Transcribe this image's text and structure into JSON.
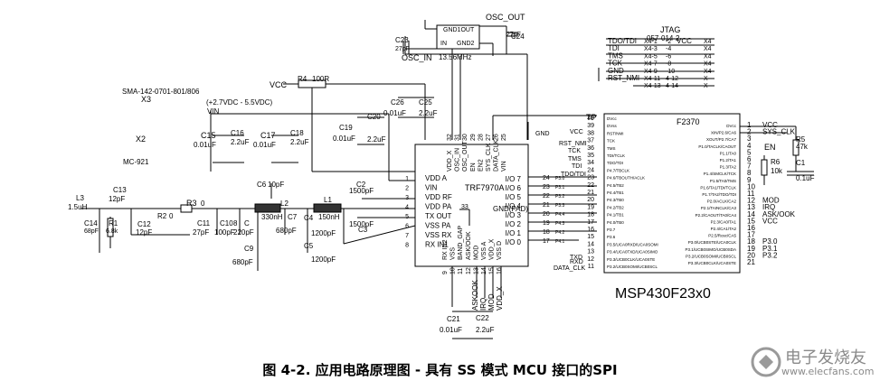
{
  "caption": "图 4-2. 应用电路原理图 - 具有 SS 模式 MCU 接口的SPI",
  "watermark": {
    "cn": "电子发烧友",
    "url": "www.elecfans.com"
  },
  "labels": {
    "osc_out": "OSC_OUT",
    "osc_in": "OSC_IN",
    "osc_freq": "13.56MHz",
    "gnd1out": "GND1OUT",
    "osc_in_pin": "IN",
    "gnd2": "GND2",
    "c23": "C23",
    "c23v": "27pF",
    "c24": "C24",
    "c24v": "27pF",
    "jtag": "JTAG",
    "jtag_pn": "057-014-2",
    "sma": "SMA-142-0701-801/806",
    "x3": "X3",
    "x2": "X2",
    "mc": "MC-921",
    "supply": "(+2.7VDC - 5.5VDC)",
    "vin": "VIN",
    "vcc_top": "VCC",
    "r4": "R4",
    "r4v": "100R",
    "c15": "C15",
    "c15v": "0.01uF",
    "c16": "C16",
    "c16v": "2.2uF",
    "c17": "C17",
    "c17v": "0.01uF",
    "c18": "C18",
    "c18v": "2.2uF",
    "c26": "C26",
    "c26v": "0.01uF",
    "c25": "C25",
    "c25v": "2.2uF",
    "c19": "C19",
    "c19v": "0.01uF",
    "c20": "C20",
    "c20v": "2.2uF",
    "c21": "C21",
    "c21v": "0.01uF",
    "c22": "C22",
    "c22v": "2.2uF",
    "l3": "L3",
    "l3v": "1.5uH",
    "c14": "C14",
    "c14v": "68pF",
    "r1": "R1",
    "r1v": "6.8k",
    "c13": "C13",
    "c13v": "12pF",
    "c12": "C12",
    "c12v": "12pF",
    "r2": "R2",
    "r2v": "0",
    "r3": "R3",
    "r3v": "0",
    "c11": "C11",
    "c11v": "27pF",
    "c10": "C10",
    "c10v": "100pF",
    "c8": "8",
    "c8b": "C",
    "c8v": "220pF",
    "c9": "C9",
    "c9v": "680pF",
    "c6": "C6",
    "c6v": "10pF",
    "l2": "L2",
    "l2v": "330nH",
    "c7": "C7",
    "c7v": "680pF",
    "c4": "C4",
    "c4v": "1200pF",
    "c5": "C5",
    "c5v": "1200pF",
    "l1": "L1",
    "l1v": "150nH",
    "c2": "C2",
    "c2v": "1500pF",
    "c3": "C3",
    "c3v": "1500pF",
    "trf": "TRF7970A",
    "mcu": "MSP430F23x0",
    "f2370": "F2370",
    "r5": "R5",
    "r5v": "47k",
    "r6": "R6",
    "r6v": "10k",
    "c1": "C1",
    "c1v": "0.1uF",
    "en": "EN",
    "tp": "TP",
    "vcc_mcu": "VCC",
    "gnd": "GND",
    "rst_nmi": "RST_NMI",
    "sys_clk": "SYS_CLK",
    "mod": "MOD",
    "irq": "IRQ",
    "ask_ook": "ASK/OOK",
    "vcc_r": "VCC",
    "p30": "P3.0",
    "p31": "P3.1",
    "p32": "P3.2",
    "txd": "TXD",
    "rxd": "RXD",
    "data_clk": "DATA_CLK",
    "tck": "TCK",
    "tms": "TMS",
    "tdi": "TDI",
    "tdo": "TDO/TDI",
    "rst_l": "RST_NMI"
  },
  "trf_left_pins": [
    {
      "num": "1",
      "name": "VDD A"
    },
    {
      "num": "2",
      "name": "VIN"
    },
    {
      "num": "3",
      "name": "VDD RF"
    },
    {
      "num": "4",
      "name": "VDD PA"
    },
    {
      "num": "5",
      "name": "TX OUT"
    },
    {
      "num": "6",
      "name": "VSS PA"
    },
    {
      "num": "7",
      "name": "VSS RX"
    },
    {
      "num": "8",
      "name": "RX IN1"
    }
  ],
  "trf_right_pins": [
    {
      "num": "24",
      "name": "I/O 7"
    },
    {
      "num": "23",
      "name": "I/O 6"
    },
    {
      "num": "22",
      "name": "I/O 5"
    },
    {
      "num": "21",
      "name": "I/O 4"
    },
    {
      "num": "20",
      "name": "I/O 3"
    },
    {
      "num": "19",
      "name": "I/O 2"
    },
    {
      "num": "18",
      "name": "I/O 1"
    },
    {
      "num": "17",
      "name": "I/O 0"
    }
  ],
  "trf_gnd_pad": {
    "num": "33",
    "name": "GND(PAD)"
  },
  "trf_top_pins": [
    {
      "num": "32",
      "name": "VDD_X"
    },
    {
      "num": "31",
      "name": "OSC_IN"
    },
    {
      "num": "30",
      "name": "OSC_OUT"
    },
    {
      "num": "29",
      "name": "EN"
    },
    {
      "num": "28",
      "name": "EN2"
    },
    {
      "num": "27",
      "name": "SYS_CLK"
    },
    {
      "num": "26",
      "name": "DATA_CLK"
    },
    {
      "num": "25",
      "name": "VIN"
    }
  ],
  "trf_bottom_pins": [
    {
      "num": "9",
      "name": "RX IN2"
    },
    {
      "num": "10",
      "name": "VSS"
    },
    {
      "num": "11",
      "name": "BAND_GAP"
    },
    {
      "num": "12",
      "name": "ASK/OOK"
    },
    {
      "num": "13",
      "name": "MOD"
    },
    {
      "num": "14",
      "name": "VSS A"
    },
    {
      "num": "15",
      "name": "VDD_X"
    },
    {
      "num": "16",
      "name": "VSS D"
    }
  ],
  "trf_bottom_nets": [
    "ASKOOK",
    "IRQ",
    "MOD",
    "VDD_X"
  ],
  "mcu_left_pins": [
    {
      "num": "40",
      "name": "DVcc"
    },
    {
      "num": "39",
      "name": "DVss"
    },
    {
      "num": "38",
      "name": "RST/NMI"
    },
    {
      "num": "37",
      "name": "TCK"
    },
    {
      "num": "36",
      "name": "TMS"
    },
    {
      "num": "35",
      "name": "TDI/TCLK"
    },
    {
      "num": "34",
      "name": "TDO/TDI"
    },
    {
      "num": "24",
      "name": "P4.7/TBCLK"
    },
    {
      "num": "23",
      "name": "P4.6/TBOUTH/ACLK"
    },
    {
      "num": "22",
      "name": "P4.5/TB2"
    },
    {
      "num": "21",
      "name": "P4.4/TB1"
    },
    {
      "num": "20",
      "name": "P4.3/TB0"
    },
    {
      "num": "19",
      "name": "P4.2/TB2"
    },
    {
      "num": "18",
      "name": "P4.1/TB1"
    },
    {
      "num": "17",
      "name": "P4.0/TB0"
    },
    {
      "num": "16",
      "name": "P3.7"
    },
    {
      "num": "15",
      "name": "P3.6"
    },
    {
      "num": "14",
      "name": "P3.5/UCA0RXD/UCA0SOMI"
    },
    {
      "num": "13",
      "name": "P3.4/UCA0TXD/UCA0SIMO"
    },
    {
      "num": "12",
      "name": "P3.3/UCB0CLK/UCA0STE"
    },
    {
      "num": "11",
      "name": "P3.2/UCB0SOMI/UCB0SCL"
    }
  ],
  "mcu_right_pins": [
    {
      "num": "1",
      "name": "DVcc"
    },
    {
      "num": "2",
      "name": "XIN/P2.6/CA6"
    },
    {
      "num": "3",
      "name": "XOUT/P2.7/CA7"
    },
    {
      "num": "4",
      "name": "P1.0/TACLK/CAOUT"
    },
    {
      "num": "5",
      "name": "P1.1/TA0"
    },
    {
      "num": "6",
      "name": "P1.2/TA1"
    },
    {
      "num": "7",
      "name": "P1.3/TA2"
    },
    {
      "num": "8",
      "name": "P1.4/SMCLK/TCK"
    },
    {
      "num": "9",
      "name": "P1.5/TA0/TMS"
    },
    {
      "num": "10",
      "name": "P1.6/TA1/TDI/TCLK"
    },
    {
      "num": "11",
      "name": "P1.7/TA2/TDO/TDI"
    },
    {
      "num": "12",
      "name": "P2.0/ACLK/CA2"
    },
    {
      "num": "13",
      "name": "P2.1/TAINCLK/CA3"
    },
    {
      "num": "14",
      "name": "P2.2/CAOUT/TA0/CA4"
    },
    {
      "num": "15",
      "name": "P2.3/CA0/TA1"
    },
    {
      "num": "16",
      "name": "P2.4/CA1/TA2"
    },
    {
      "num": "17",
      "name": "P2.5/Rosc/CA5"
    },
    {
      "num": "18",
      "name": "P3.0/UCB0STE/UCA0CLK"
    },
    {
      "num": "19",
      "name": "P3.1/UCB0SIMO/UCB0SDA"
    },
    {
      "num": "20",
      "name": "P3.2/UCB0SOMI/UCB0SCL"
    },
    {
      "num": "21",
      "name": "P3.3/UCB0CLK/UCA0STE"
    }
  ],
  "mcu_right_nets": [
    "VCC",
    "SYS_CLK",
    "",
    "",
    "",
    "",
    "",
    "",
    "",
    "",
    "",
    "MOD",
    "IRQ",
    "ASK/OOK",
    "VCC",
    "",
    "",
    "P3.0",
    "P3.1",
    "P3.2",
    ""
  ],
  "jtag_rows": [
    {
      "net": "TDO/TDI",
      "pin": "X4-1",
      "pin2": "-2",
      "right": "VCC",
      "x": "X4"
    },
    {
      "net": "TDI",
      "pin": "X4-3",
      "pin2": "-4",
      "right": "",
      "x": "X4"
    },
    {
      "net": "TMS",
      "pin": "X4-5",
      "pin2": "-6",
      "right": "",
      "x": "X4"
    },
    {
      "net": "TCK",
      "pin": "X4-7",
      "pin2": "-8",
      "right": "",
      "x": "X4"
    },
    {
      "net": "GND",
      "pin": "X4-9",
      "pin2": "-10",
      "right": "",
      "x": "X4"
    },
    {
      "net": "RST_NMI",
      "pin": "X4-11",
      "pin2": "4-12",
      "right": "",
      "x": "X"
    },
    {
      "net": "",
      "pin": "X4-13",
      "pin2": "4-14",
      "right": "",
      "x": "X"
    }
  ],
  "trf_io_nets": [
    "P3.0",
    "P3.1",
    "P3.2",
    "P3.3",
    "P4.4",
    "P4.3",
    "P4.2",
    "P4.1"
  ]
}
